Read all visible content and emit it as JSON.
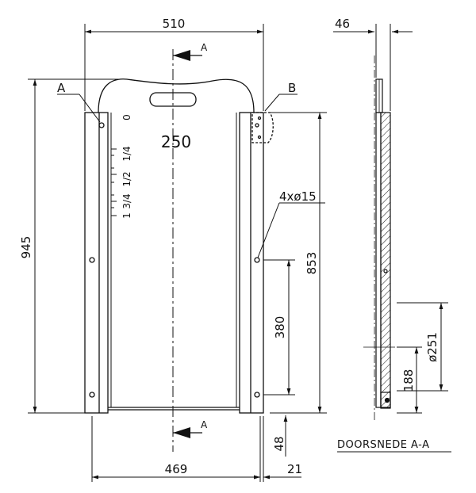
{
  "dimensions": {
    "overall_width": "510",
    "section_thickness": "46",
    "overall_height": "945",
    "rail_length": "853",
    "hole_spacing": "380",
    "inner_width": "469",
    "bottom_offset": "48",
    "rail_width": "21",
    "section_hole_height": "188",
    "section_diameter": "ø251",
    "center_label": "250",
    "hole_spec": "4xø15"
  },
  "labels": {
    "section_mark": "A",
    "detail_a": "A",
    "detail_b": "B",
    "section_title": "DOORSNEDE A-A"
  },
  "scale": {
    "marks": [
      "0",
      "1/4",
      "1/2",
      "3/4",
      "1"
    ]
  }
}
